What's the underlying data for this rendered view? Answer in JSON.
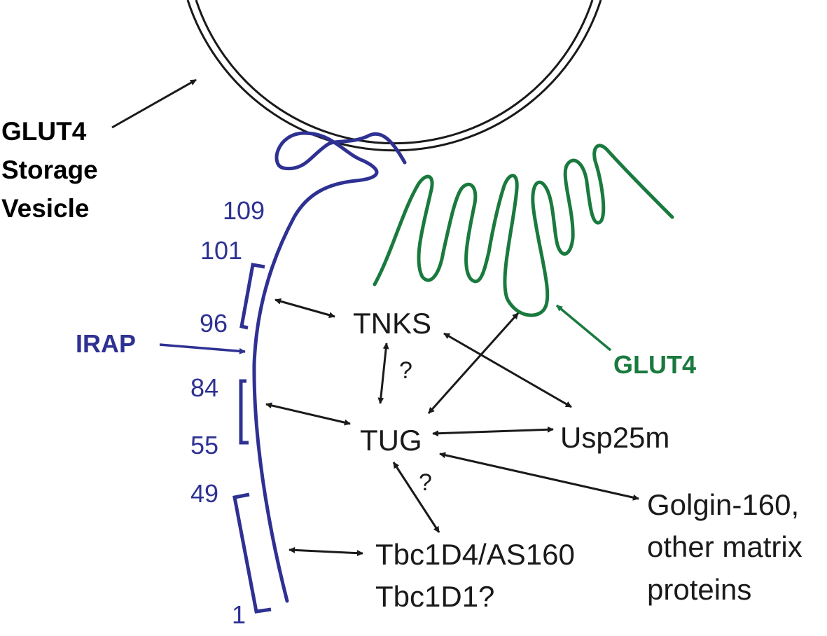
{
  "colors": {
    "irap": "#2e3192",
    "glut4": "#1a7a3e",
    "ink": "#1a1a1a"
  },
  "vesicle": {
    "label_lines": [
      "GLUT4",
      "Storage",
      "Vesicle"
    ]
  },
  "irap": {
    "label": "IRAP",
    "residues": [
      "109",
      "101",
      "96",
      "84",
      "55",
      "49",
      "1"
    ]
  },
  "glut4": {
    "label": "GLUT4"
  },
  "nodes": {
    "tnks": "TNKS",
    "tug": "TUG",
    "usp25m": "Usp25m",
    "tbc1d4": "Tbc1D4/AS160",
    "tbc1d1": "Tbc1D1?",
    "golgin_lines": [
      "Golgin-160,",
      "other matrix",
      "proteins"
    ]
  },
  "uncertain_marks": [
    "?",
    "?"
  ]
}
